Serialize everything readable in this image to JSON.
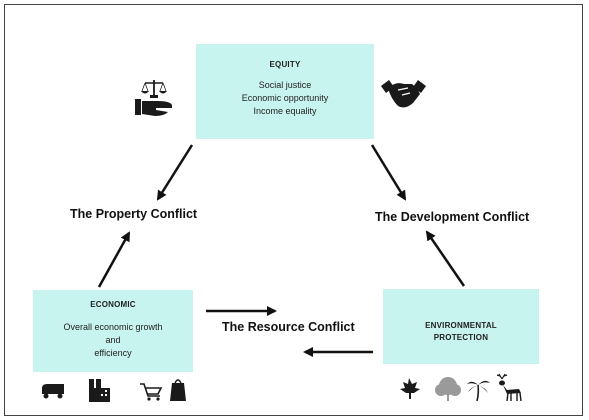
{
  "equity": {
    "title": "EQUITY",
    "lines": [
      "Social justice",
      "Economic opportunity",
      "Income equality"
    ]
  },
  "economic": {
    "title": "ECONOMIC",
    "lines": [
      "Overall economic growth",
      "and",
      "efficiency"
    ]
  },
  "environmental": {
    "title_line1": "ENVIRONMENTAL",
    "title_line2": "PROTECTION"
  },
  "conflicts": {
    "property": "The Property Conflict",
    "development": "The Development Conflict",
    "resource": "The Resource Conflict"
  },
  "colors": {
    "box_fill": "#c8f4ef",
    "arrow": "#111111",
    "icon": "#1a1a1a",
    "tree_gray": "#9a9a9a"
  },
  "icons": {
    "equity_left": "scales-in-hand-icon",
    "equity_right": "handshake-icon",
    "economic": [
      "truck-icon",
      "factory-icon",
      "shopping-cart-icon",
      "shopping-bag-icon"
    ],
    "environmental": [
      "maple-leaf-icon",
      "tree-icon",
      "palm-tree-icon",
      "deer-icon"
    ]
  }
}
